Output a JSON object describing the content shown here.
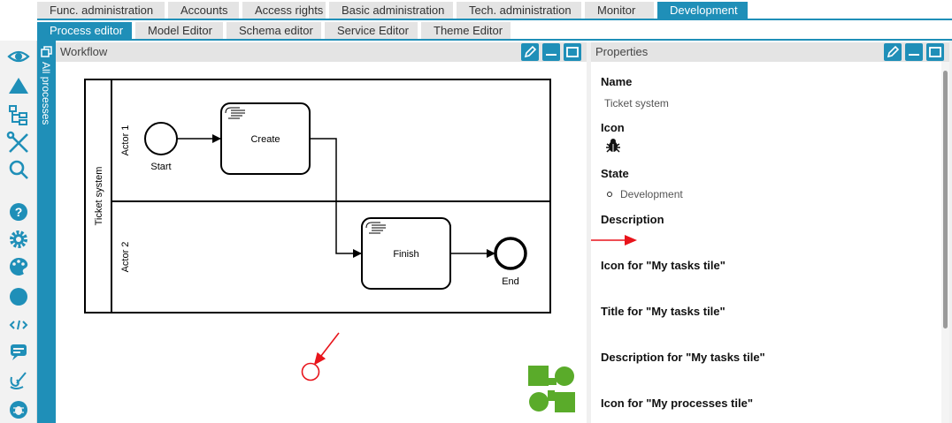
{
  "top_tabs": [
    {
      "label": "Func. administration",
      "active": false
    },
    {
      "label": "Accounts",
      "active": false
    },
    {
      "label": "Access rights",
      "active": false
    },
    {
      "label": "Basic administration",
      "active": false
    },
    {
      "label": "Tech. administration",
      "active": false
    },
    {
      "label": "Monitor",
      "active": false
    },
    {
      "label": "Development",
      "active": true
    }
  ],
  "sub_tabs": [
    {
      "label": "Process editor",
      "active": true
    },
    {
      "label": "Model Editor",
      "active": false
    },
    {
      "label": "Schema editor",
      "active": false
    },
    {
      "label": "Service Editor",
      "active": false
    },
    {
      "label": "Theme Editor",
      "active": false
    }
  ],
  "sidebar_icons": [
    "eye-icon",
    "mountain-icon",
    "hierarchy-icon",
    "tools-icon",
    "search-icon",
    "help-icon",
    "gear-icon",
    "palette-icon",
    "circle-icon",
    "code-icon",
    "chat-icon",
    "brush-icon",
    "bug-icon"
  ],
  "vertical_strip": {
    "label": "All processes"
  },
  "workflow": {
    "title": "Workflow",
    "pool_label": "Ticket system",
    "lane1_label": "Actor 1",
    "lane2_label": "Actor 2",
    "start_label": "Start",
    "task1_label": "Create",
    "task2_label": "Finish",
    "end_label": "End"
  },
  "properties": {
    "title": "Properties",
    "name_label": "Name",
    "name_value": "Ticket system",
    "icon_label": "Icon",
    "icon_value": "bug-icon",
    "state_label": "State",
    "state_value": "Development",
    "description_label": "Description",
    "my_tasks_icon_label": "Icon for \"My tasks tile\"",
    "my_tasks_title_label": "Title for \"My tasks tile\"",
    "my_tasks_desc_label": "Description for \"My tasks tile\"",
    "my_processes_icon_label": "Icon for \"My processes tile\""
  },
  "colors": {
    "accent": "#1f8fb8",
    "annotation": "#e8141b",
    "logo_green": "#5aab2a"
  }
}
